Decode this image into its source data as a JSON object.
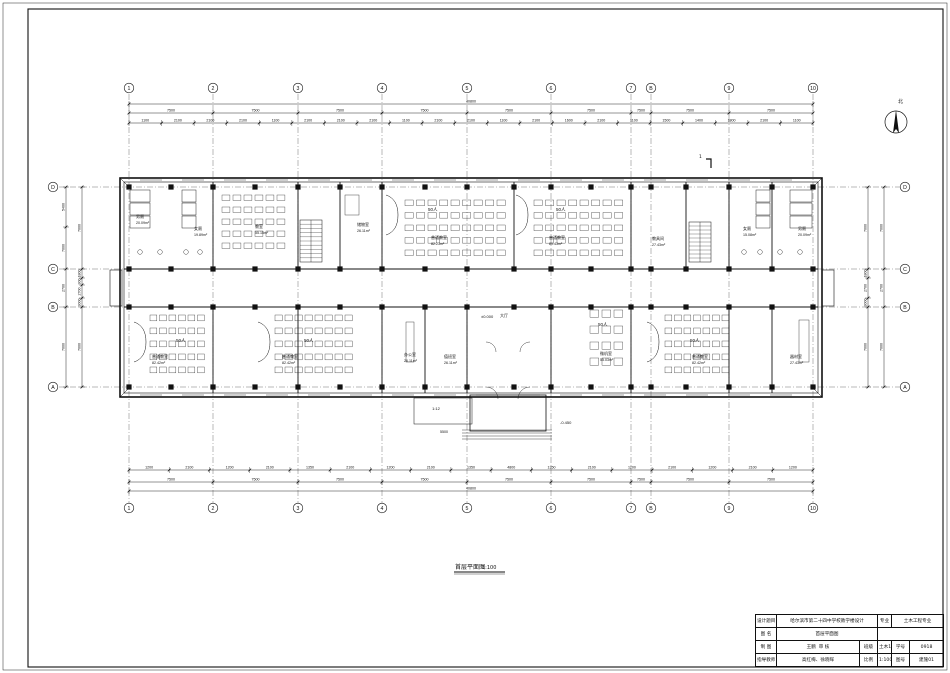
{
  "drawing": {
    "title": "首层平面图",
    "scale": "1:100",
    "axes_columns": [
      "1",
      "2",
      "3",
      "4",
      "5",
      "6",
      "7",
      "B",
      "9",
      "10"
    ],
    "axes_rows": [
      "D",
      "C",
      "B",
      "A"
    ],
    "overall_dim": "40800",
    "bay_dims": [
      "7500",
      "7500",
      "7500",
      "7500",
      "7500",
      "7500",
      "7500",
      "7500",
      "7500",
      "7500"
    ],
    "sub_dims_top": [
      "1100",
      "2100",
      "2100",
      "2100",
      "1100",
      "2100",
      "2100",
      "2100",
      "1100",
      "2100",
      "2100",
      "1100",
      "2100",
      "1600",
      "2100",
      "1100",
      "1500",
      "1400",
      "1800",
      "2100",
      "1100"
    ],
    "sub_dims_bottom": [
      "1200",
      "2100",
      "1200",
      "2100",
      "1350",
      "2100",
      "1200",
      "2100",
      "1350",
      "4800",
      "1350",
      "2100",
      "1200",
      "2100",
      "1200",
      "2100",
      "1200"
    ],
    "row_dims_left": [
      "5400",
      "7000",
      "1800",
      "300",
      "2700",
      "3000",
      "7000"
    ],
    "row_dims_right": [
      "7000",
      "1800",
      "2700",
      "3000",
      "7000"
    ],
    "section_mark": "1",
    "north_label": "北",
    "elevation_hall": "±0.000",
    "elevation_out": "-0.450",
    "stair_slope": "1:12",
    "ramp_dim": "5500",
    "rooms": [
      {
        "name": "男厕",
        "area": "20.09m²"
      },
      {
        "name": "女厕",
        "area": "19.89m²"
      },
      {
        "name": "教室",
        "area": "55.15m²"
      },
      {
        "name": "储物室",
        "area": "26.11m²"
      },
      {
        "name": "普通教室",
        "area": "82.23m²"
      },
      {
        "name": "普通教室",
        "area": "80.43m²"
      },
      {
        "name": "教具间",
        "area": "27.43m²"
      },
      {
        "name": "女厕",
        "area": "15.08m²"
      },
      {
        "name": "男厕",
        "area": "20.09m²"
      },
      {
        "name": "普通教室",
        "area": "82.42m²"
      },
      {
        "name": "普通教室",
        "area": "82.42m²"
      },
      {
        "name": "办公室",
        "area": "26.11m²"
      },
      {
        "name": "值班室",
        "area": "26.11m²"
      },
      {
        "name": "大厅",
        "area": ""
      },
      {
        "name": "微机室",
        "area": "55.03m²"
      },
      {
        "name": "普通教室",
        "area": "82.42m²"
      },
      {
        "name": "器材室",
        "area": "27.43m²"
      }
    ],
    "capacity_label": "50人"
  },
  "title_block": {
    "r1_label": "设计题目",
    "r1_value": "哈尔滨市第二十四中学校教学楼设计",
    "r1_spec_label": "专业",
    "r1_spec_value": "土木工程专业",
    "r2_label": "图 名",
    "r2_value": "首层平面图",
    "r3_label1": "制 图",
    "r3_value1": "王鹏",
    "r3_label2": "审 核",
    "r3_grade_label": "班级",
    "r3_grade_value": "土木1-2",
    "r3_num_label": "学号",
    "r3_num_value": "0918",
    "r4_label": "指导教师",
    "r4_value": "高红梅、徐晓晖",
    "r4_ratio_label": "比例",
    "r4_ratio_value": "1:100",
    "r4_sheet_label": "图号",
    "r4_sheet_value": "建施01"
  }
}
